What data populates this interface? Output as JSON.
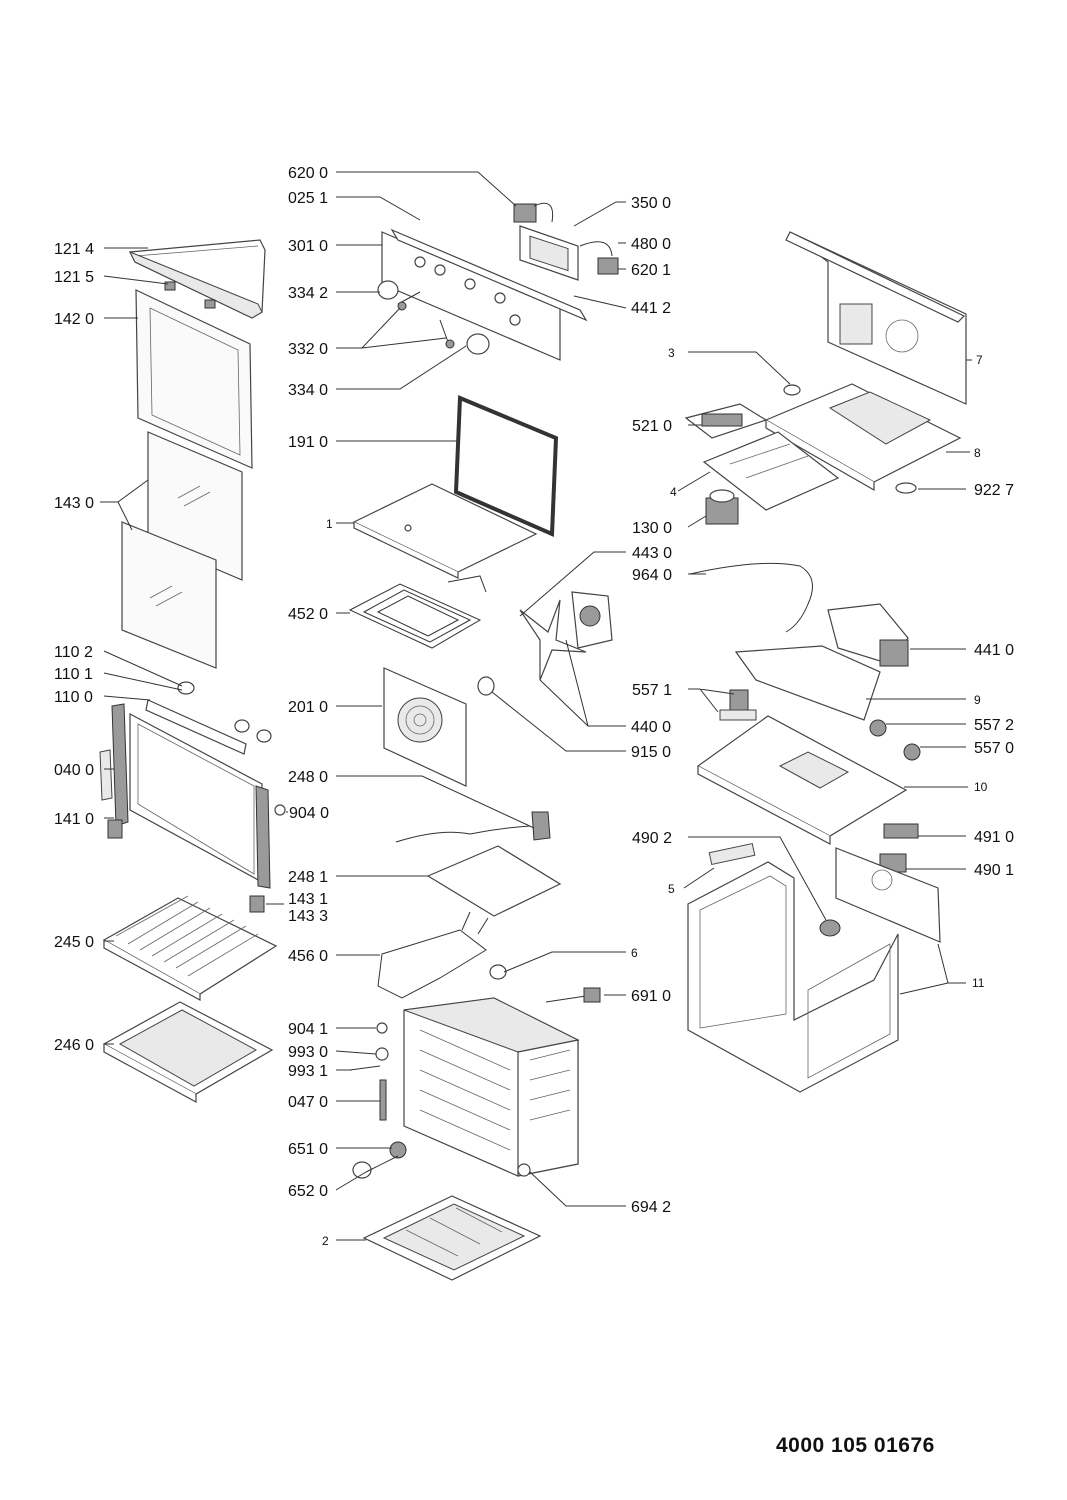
{
  "document_number": "4000 105 01676",
  "left_labels": [
    {
      "id": "121-4",
      "text": "121 4"
    },
    {
      "id": "121-5",
      "text": "121 5"
    },
    {
      "id": "142-0",
      "text": "142 0"
    },
    {
      "id": "143-0",
      "text": "143 0"
    },
    {
      "id": "110-2",
      "text": "110 2"
    },
    {
      "id": "110-1",
      "text": "110 1"
    },
    {
      "id": "110-0",
      "text": "110 0"
    },
    {
      "id": "040-0",
      "text": "040 0"
    },
    {
      "id": "141-0",
      "text": "141 0"
    },
    {
      "id": "245-0",
      "text": "245 0"
    },
    {
      "id": "246-0",
      "text": "246 0"
    },
    {
      "id": "620-0",
      "text": "620 0"
    },
    {
      "id": "025-1",
      "text": "025 1"
    },
    {
      "id": "301-0",
      "text": "301 0"
    },
    {
      "id": "334-2",
      "text": "334 2"
    },
    {
      "id": "332-0",
      "text": "332 0"
    },
    {
      "id": "334-0",
      "text": "334 0"
    },
    {
      "id": "191-0",
      "text": "191 0"
    },
    {
      "id": "1",
      "text": "1"
    },
    {
      "id": "452-0",
      "text": "452 0"
    },
    {
      "id": "201-0",
      "text": "201 0"
    },
    {
      "id": "248-0",
      "text": "248 0"
    },
    {
      "id": "248-1",
      "text": "248 1"
    },
    {
      "id": "456-0",
      "text": "456 0"
    },
    {
      "id": "904-1",
      "text": "904 1"
    },
    {
      "id": "993-0",
      "text": "993 0"
    },
    {
      "id": "993-1",
      "text": "993 1"
    },
    {
      "id": "047-0",
      "text": "047 0"
    },
    {
      "id": "651-0",
      "text": "651 0"
    },
    {
      "id": "652-0",
      "text": "652 0"
    },
    {
      "id": "2",
      "text": "2"
    },
    {
      "id": "3",
      "text": "3"
    },
    {
      "id": "521-0",
      "text": "521 0"
    },
    {
      "id": "4",
      "text": "4"
    },
    {
      "id": "130-0",
      "text": "130 0"
    },
    {
      "id": "443-0",
      "text": "443 0"
    },
    {
      "id": "964-0",
      "text": "964 0"
    },
    {
      "id": "557-1",
      "text": "557 1"
    },
    {
      "id": "490-2",
      "text": "490 2"
    },
    {
      "id": "5",
      "text": "5"
    }
  ],
  "right_labels": [
    {
      "id": "350-0",
      "text": "350 0"
    },
    {
      "id": "480-0",
      "text": "480 0"
    },
    {
      "id": "620-1",
      "text": "620 1"
    },
    {
      "id": "441-2",
      "text": "441 2"
    },
    {
      "id": "904-0",
      "text": "904 0"
    },
    {
      "id": "143-1",
      "text": "143 1"
    },
    {
      "id": "143-3",
      "text": "143 3"
    },
    {
      "id": "440-0",
      "text": "440 0"
    },
    {
      "id": "915-0",
      "text": "915 0"
    },
    {
      "id": "6",
      "text": "6"
    },
    {
      "id": "691-0",
      "text": "691 0"
    },
    {
      "id": "694-2",
      "text": "694 2"
    },
    {
      "id": "7",
      "text": "7"
    },
    {
      "id": "8",
      "text": "8"
    },
    {
      "id": "922-7",
      "text": "922 7"
    },
    {
      "id": "441-0",
      "text": "441 0"
    },
    {
      "id": "9",
      "text": "9"
    },
    {
      "id": "557-2",
      "text": "557 2"
    },
    {
      "id": "557-0",
      "text": "557 0"
    },
    {
      "id": "10",
      "text": "10"
    },
    {
      "id": "491-0",
      "text": "491 0"
    },
    {
      "id": "490-1",
      "text": "490 1"
    },
    {
      "id": "11",
      "text": "11"
    }
  ]
}
